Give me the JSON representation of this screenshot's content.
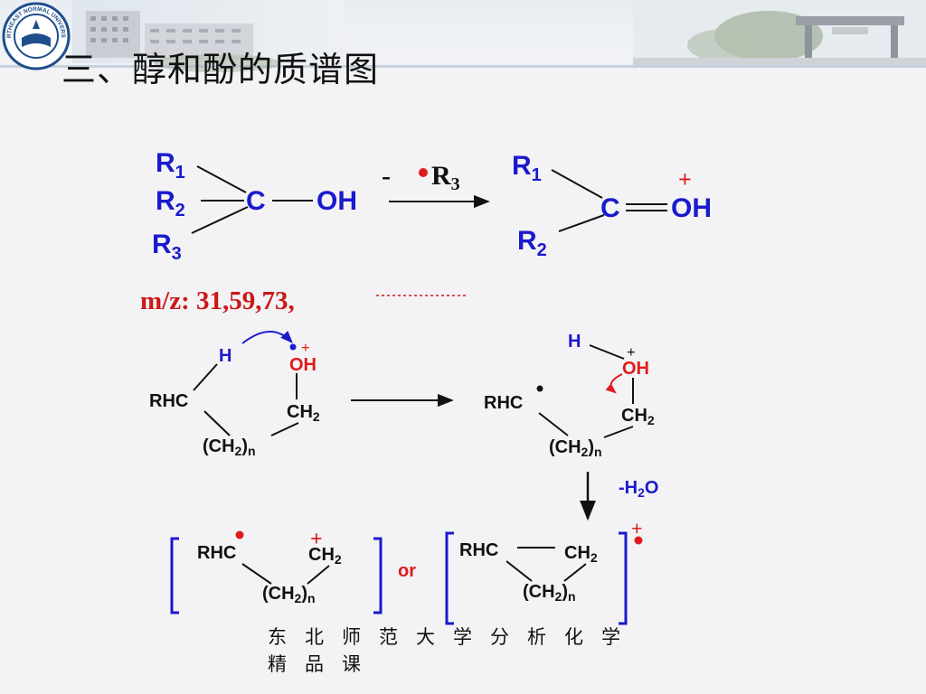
{
  "slide": {
    "title": "三、醇和酚的质谱图",
    "footer_line1": "东北师范大学分析化学",
    "footer_line2": "精品课"
  },
  "logo": {
    "text": "NORTHEAST NORMAL UNIVERSITY"
  },
  "colors": {
    "blue": "#1a1acc",
    "red": "#e01b1b",
    "black": "#111111"
  },
  "scheme": {
    "alpha": {
      "r1": "R",
      "r1_sub": "1",
      "r2": "R",
      "r2_sub": "2",
      "r3": "R",
      "r3_sub": "3",
      "carbon": "C",
      "oh": "OH",
      "loss_prefix": "-",
      "loss_group": "R",
      "loss_sub": "3",
      "p_r1": "R",
      "p_r1_sub": "1",
      "p_r2": "R",
      "p_r2_sub": "2",
      "p_carbon": "C",
      "p_oh": "OH",
      "p_charge": "+"
    },
    "mz_text": "m/z: 31,59,73,",
    "rearrangement": {
      "h": "H",
      "charge": "+",
      "oh": "OH",
      "rhc": "RHC",
      "ch2": "CH",
      "ch2_sub": "2",
      "chain": "(CH",
      "chain_sub": "2",
      "chain_end": ")",
      "chain_n": "n",
      "r_h": "H",
      "r_charge": "+",
      "r_oh": "OH",
      "r_rhc": "RHC",
      "r_ch2": "CH",
      "r_ch2_sub": "2",
      "r_chain": "(CH",
      "r_chain_sub": "2",
      "r_chain_end": ")",
      "r_chain_n": "n",
      "loss": "-H",
      "loss_sub": "2",
      "loss_end": "O"
    },
    "products": {
      "a_rhc": "RHC",
      "a_charge": "+",
      "a_ch2": "CH",
      "a_ch2_sub": "2",
      "a_chain": "(CH",
      "a_chain_sub": "2",
      "a_chain_end": ")",
      "a_chain_n": "n",
      "or": "or",
      "b_rhc": "RHC",
      "b_ch2": "CH",
      "b_ch2_sub": "2",
      "b_chain": "(CH",
      "b_chain_sub": "2",
      "b_chain_end": ")",
      "b_chain_n": "n",
      "b_charge": "+"
    }
  }
}
